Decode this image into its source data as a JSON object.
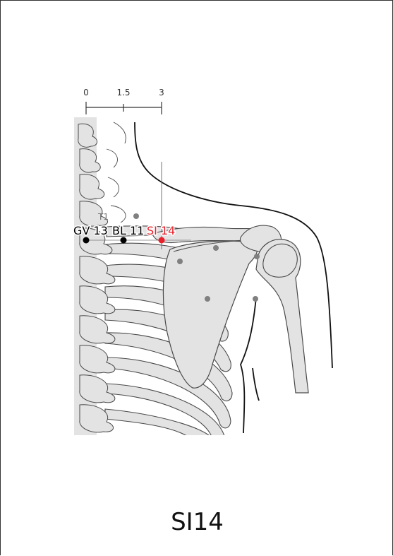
{
  "title": "SI14",
  "scale": {
    "ticks": [
      "0",
      "1.5",
      "3"
    ]
  },
  "points": {
    "gv13": {
      "label": "GV 13",
      "color": "#000000"
    },
    "bl11": {
      "label": "BL 11",
      "color": "#000000"
    },
    "si14": {
      "label": "SI 14",
      "color": "#e8202a"
    }
  },
  "vertebra_label": "T1",
  "colors": {
    "bone_fill": "#e3e3e3",
    "bone_stroke": "#4a4a4a",
    "landmark_dot": "#808080",
    "highlight": "#e8202a"
  }
}
